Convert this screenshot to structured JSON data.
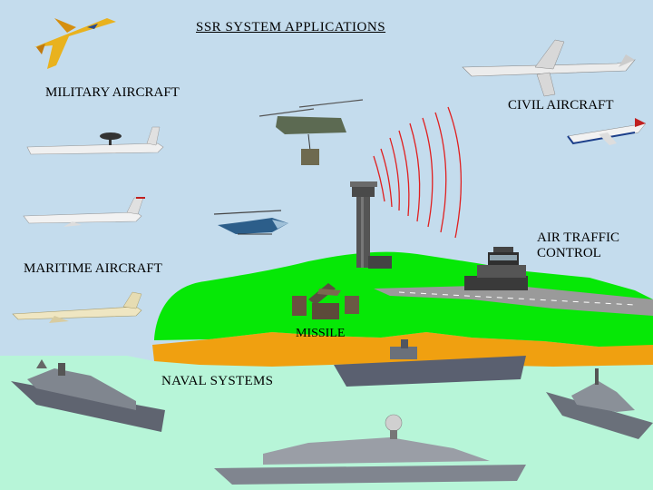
{
  "title": "SSR SYSTEM APPLICATIONS",
  "labels": {
    "military_aircraft": "MILITARY AIRCRAFT",
    "civil_aircraft": "CIVIL AIRCRAFT",
    "maritime_aircraft": "MARITIME AIRCRAFT",
    "air_traffic_control": "AIR TRAFFIC CONTROL",
    "missile": "MISSILE",
    "naval_systems": "NAVAL SYSTEMS"
  },
  "colors": {
    "sky": "#c4dced",
    "sea": "#b7f5d8",
    "land": "#06e806",
    "sand": "#f0a010",
    "runway": "#9a9a9a",
    "radar_waves": "#e02020",
    "tower": "#555555"
  }
}
